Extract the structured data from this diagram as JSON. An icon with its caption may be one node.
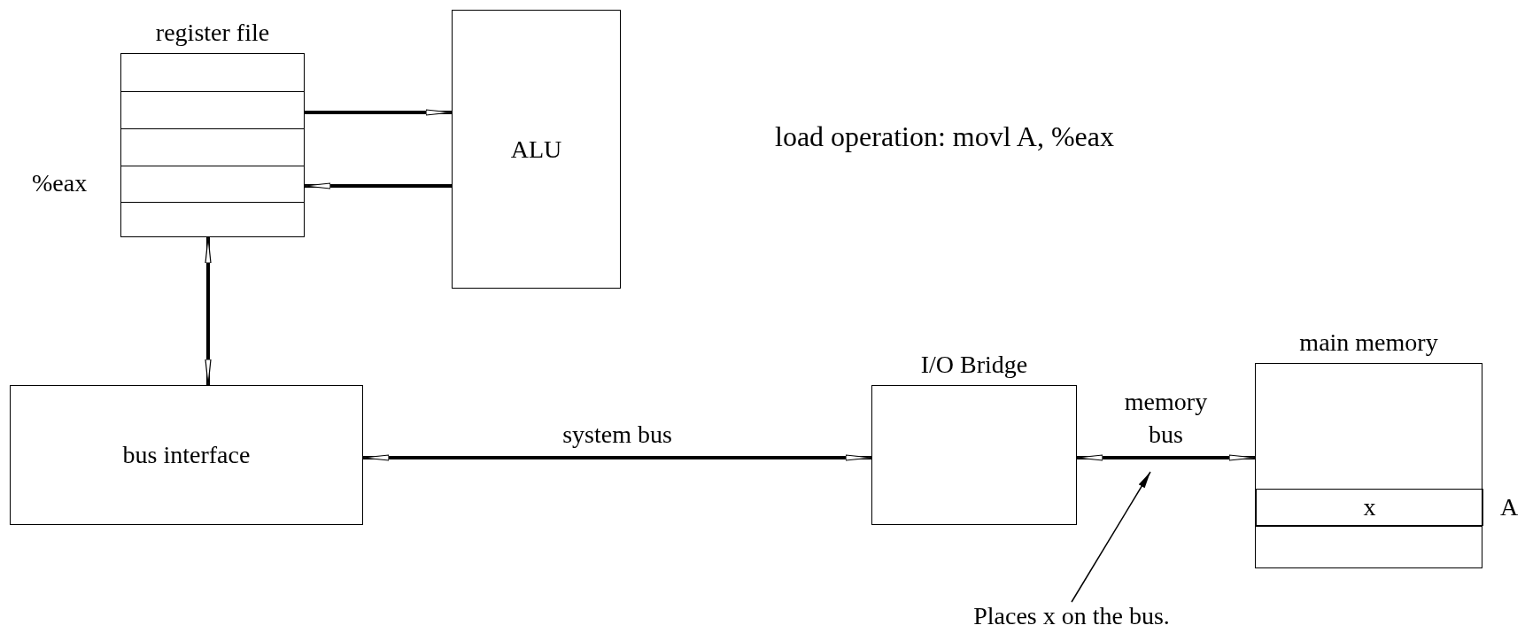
{
  "diagram": {
    "nodes": [
      {
        "text": [
          "register file"
        ]
      },
      {
        "text": [
          "ALU"
        ]
      },
      {
        "text": [
          "bus interface"
        ]
      },
      {
        "text": [
          "I/O Bridge"
        ]
      },
      {
        "text": [
          "main memory"
        ]
      },
      {
        "text": [
          "x"
        ],
        "in": 4,
        "beside": [
          "A"
        ]
      },
      {
        "text": [
          "Places x on the bus."
        ]
      }
    ],
    "edges": [
      {
        "from": 0,
        "to": 1,
        "arrow": "to"
      },
      {
        "from": 1,
        "to": 0,
        "arrow": "to"
      },
      {
        "from": 0,
        "to": 2,
        "arrow": "both"
      },
      {
        "from": 2,
        "to": 3,
        "arrow": "both",
        "label": "system bus"
      },
      {
        "from": 3,
        "to": 4,
        "arrow": "both",
        "label": "memory bus"
      },
      {
        "from": 6,
        "to": null,
        "arrow": "to"
      }
    ],
    "labels": [
      "%eax",
      "load operation: movl A, %eax"
    ]
  }
}
